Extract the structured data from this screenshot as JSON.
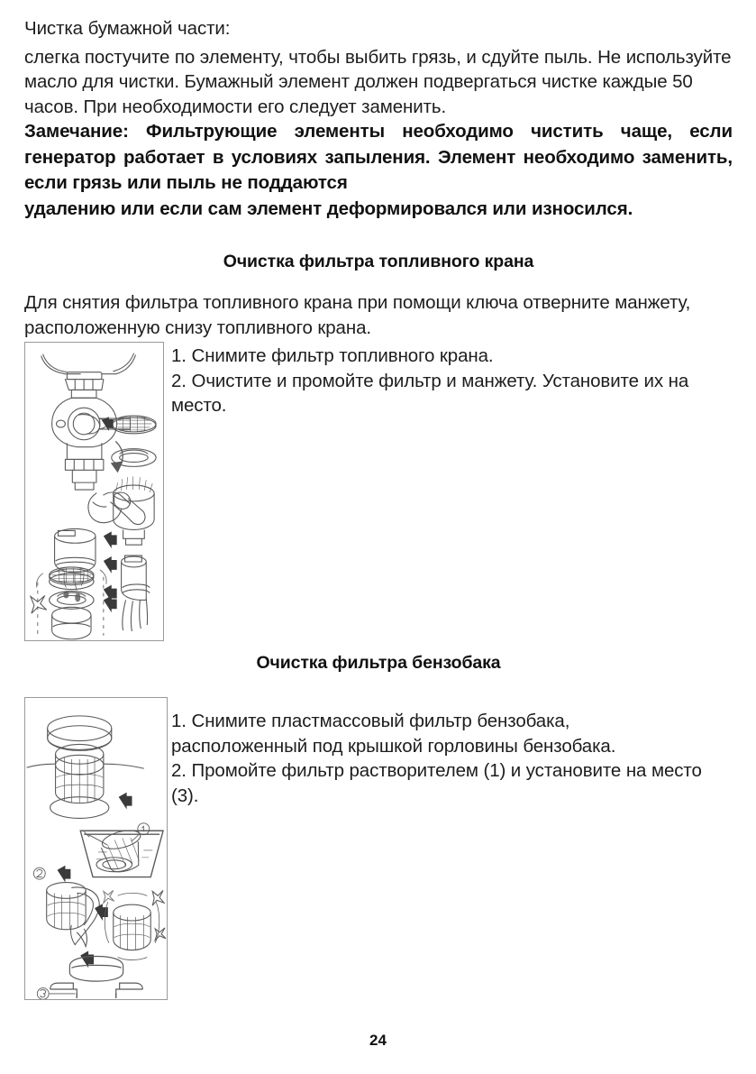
{
  "document": {
    "page_number": "24",
    "language": "ru"
  },
  "intro": {
    "title": "Чистка бумажной части:",
    "body": "слегка постучите по элементу, чтобы выбить грязь, и сдуйте пыль. Не используйте масло для чистки. Бумажный элемент должен подвергаться чистке каждые 50 часов. При необходимости его следует заменить.",
    "note_main": "Замечание: Фильтрующие элементы необходимо чистить чаще, если генератор работает в условиях запыления. Элемент необходимо заменить, если грязь или пыль не поддаются",
    "note_last_line": "удалению или если сам элемент деформировался или износился."
  },
  "section_fuel_valve": {
    "heading": "Очистка фильтра топливного крана",
    "intro": "Для снятия фильтра топливного крана при помощи ключа отверните манжету, расположенную снизу топливного крана.",
    "steps": [
      "1. Снимите фильтр топливного крана.",
      "2. Очистите и промойте фильтр и манжету. Установите их на место."
    ],
    "figure_caption": "fuel-valve-filter-cleaning-illustration"
  },
  "section_fuel_tank": {
    "heading": "Очистка фильтра бензобака",
    "steps_main": "1. Снимите пластмассовый фильтр бензобака,",
    "steps_main_last": "расположенный под крышкой горловины бензобака.",
    "step2_main": "2. Промойте фильтр растворителем (1) и установите",
    "step2_last": "на место (3).",
    "figure_caption": "fuel-tank-filter-cleaning-illustration"
  },
  "colors": {
    "text": "#1d1d1d",
    "heading": "#111111",
    "frame_border": "#9a9a9a",
    "background": "#ffffff",
    "illustration_stroke": "#555555",
    "illustration_arrow": "#3a3a3a"
  }
}
